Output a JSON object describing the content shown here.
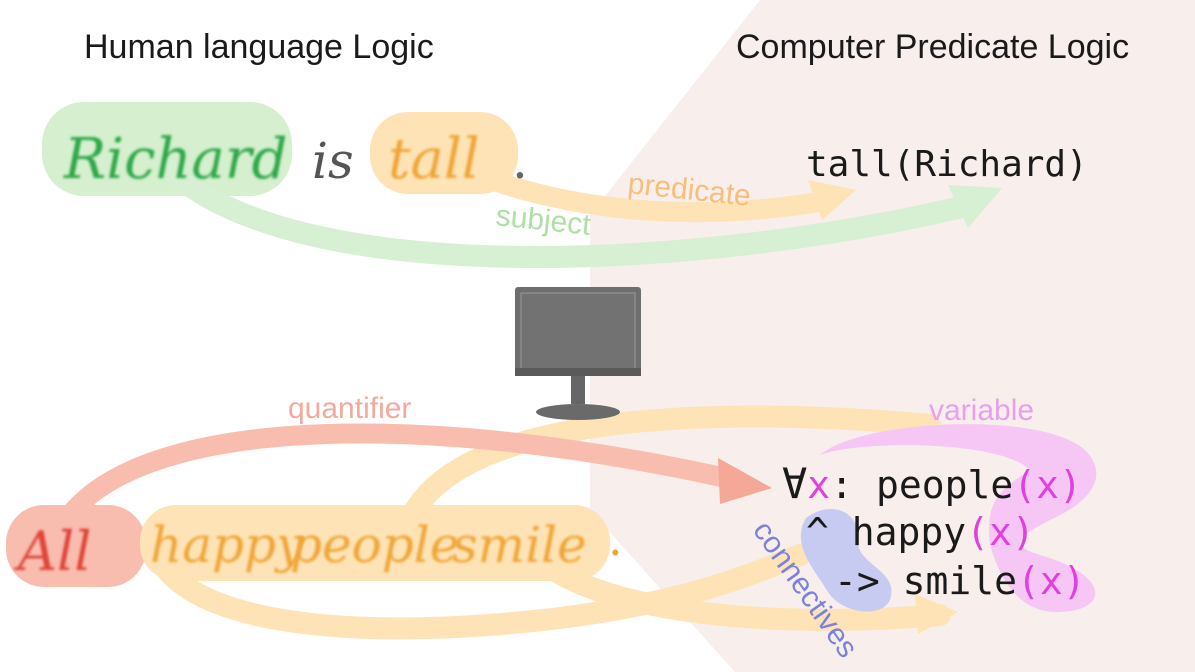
{
  "titles": {
    "left": "Human language Logic",
    "right": "Computer Predicate Logic"
  },
  "sentence1": {
    "words": [
      "Richard",
      "is",
      "tall",
      "."
    ],
    "predicate_label": "predicate",
    "subject_label": "subject",
    "formula": "tall(Richard)"
  },
  "sentence2": {
    "words": [
      "All",
      "happy",
      "people",
      "smile",
      "."
    ],
    "quantifier_label": "quantifier",
    "variable_label": "variable",
    "connectives_label": "connectives",
    "formula": {
      "line1": {
        "quantifier": "∀",
        "var": "x",
        "sep": ": ",
        "pred": "people",
        "arg": "(x)"
      },
      "line2": {
        "conn": "^",
        "pred": "happy",
        "arg": "(x)"
      },
      "line3": {
        "conn": "->",
        "pred": "smile",
        "arg": "(x)"
      }
    }
  },
  "colors": {
    "background_right": "#f8eeeb",
    "subject_green": "#2fa84a",
    "subject_highlight": "#d6efcf",
    "predicate_orange": "#f0a637",
    "predicate_highlight": "#fde3b6",
    "quantifier_red": "#e0453a",
    "quantifier_highlight": "#f9bdb0",
    "variable_magenta": "#e13fe0",
    "variable_highlight": "#f6c6f5",
    "connectives_blue": "#7b82db",
    "connectives_highlight": "#c8cbf1",
    "monitor_gray": "#707070"
  },
  "icons": {
    "computer": "monitor-icon"
  }
}
